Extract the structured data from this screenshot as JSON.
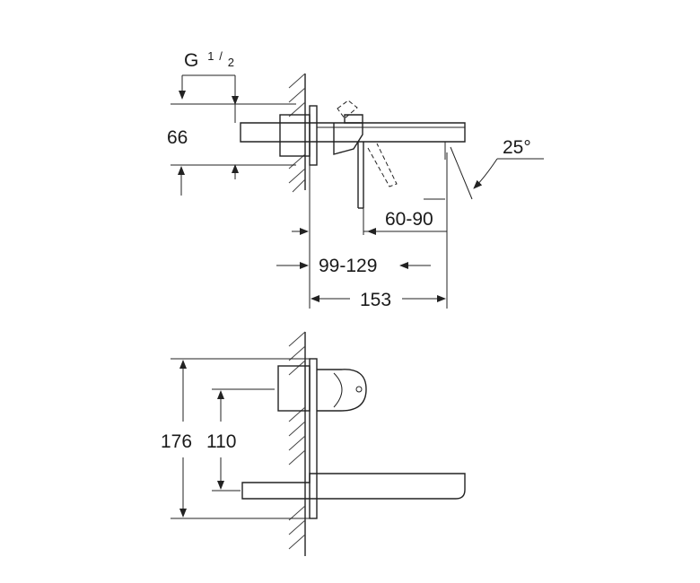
{
  "labels": {
    "thread_letter": "G",
    "thread_num": "1",
    "thread_den": "2",
    "height_66": "66",
    "angle_25": "25°",
    "reach_60_90": "60-90",
    "reach_99_129": "99-129",
    "reach_153": "153",
    "height_176": "176",
    "height_110": "110"
  }
}
